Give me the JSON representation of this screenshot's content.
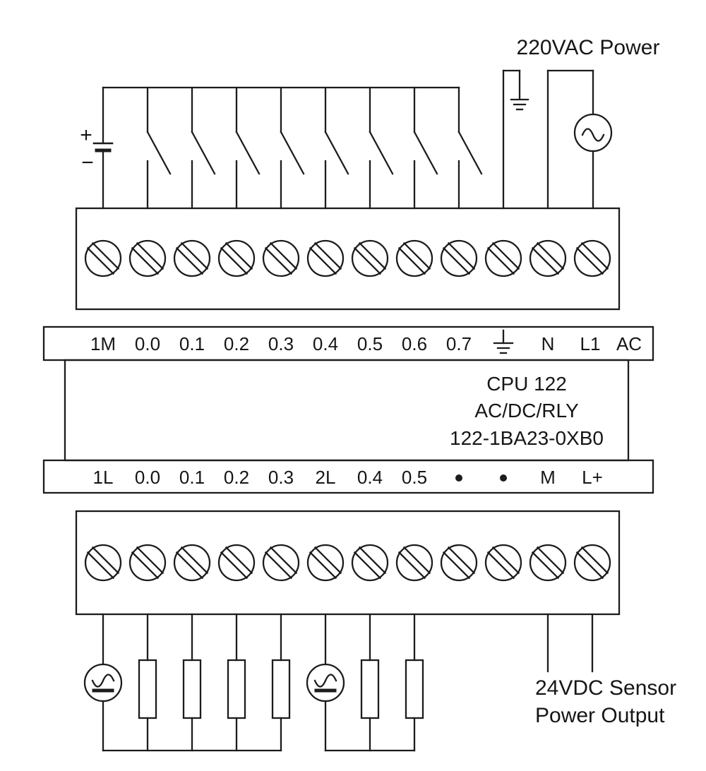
{
  "colors": {
    "line": "#1c1c1c",
    "text": "#161616",
    "background": "#ffffff"
  },
  "power_labels": {
    "ac_supply": "220VAC Power",
    "dc_output_line1": "24VDC Sensor",
    "dc_output_line2": "Power Output"
  },
  "battery": {
    "plus": "+",
    "minus": "−"
  },
  "cpu_module": {
    "model": "CPU 122",
    "power_spec": "AC/DC/RLY",
    "part_number": "122-1BA23-0XB0"
  },
  "top_terminal_row": {
    "labels": [
      "1M",
      "0.0",
      "0.1",
      "0.2",
      "0.3",
      "0.4",
      "0.5",
      "0.6",
      "0.7",
      "⏚",
      "N",
      "L1",
      "AC"
    ]
  },
  "bottom_terminal_row": {
    "labels": [
      "1L",
      "0.0",
      "0.1",
      "0.2",
      "0.3",
      "2L",
      "0.4",
      "0.5",
      "•",
      "•",
      "M",
      "L+"
    ]
  },
  "components": {
    "input_switches": 8,
    "top_screw_terminals": 12,
    "bottom_screw_terminals": 12,
    "output_loads": 6,
    "ac_sources": 3
  }
}
